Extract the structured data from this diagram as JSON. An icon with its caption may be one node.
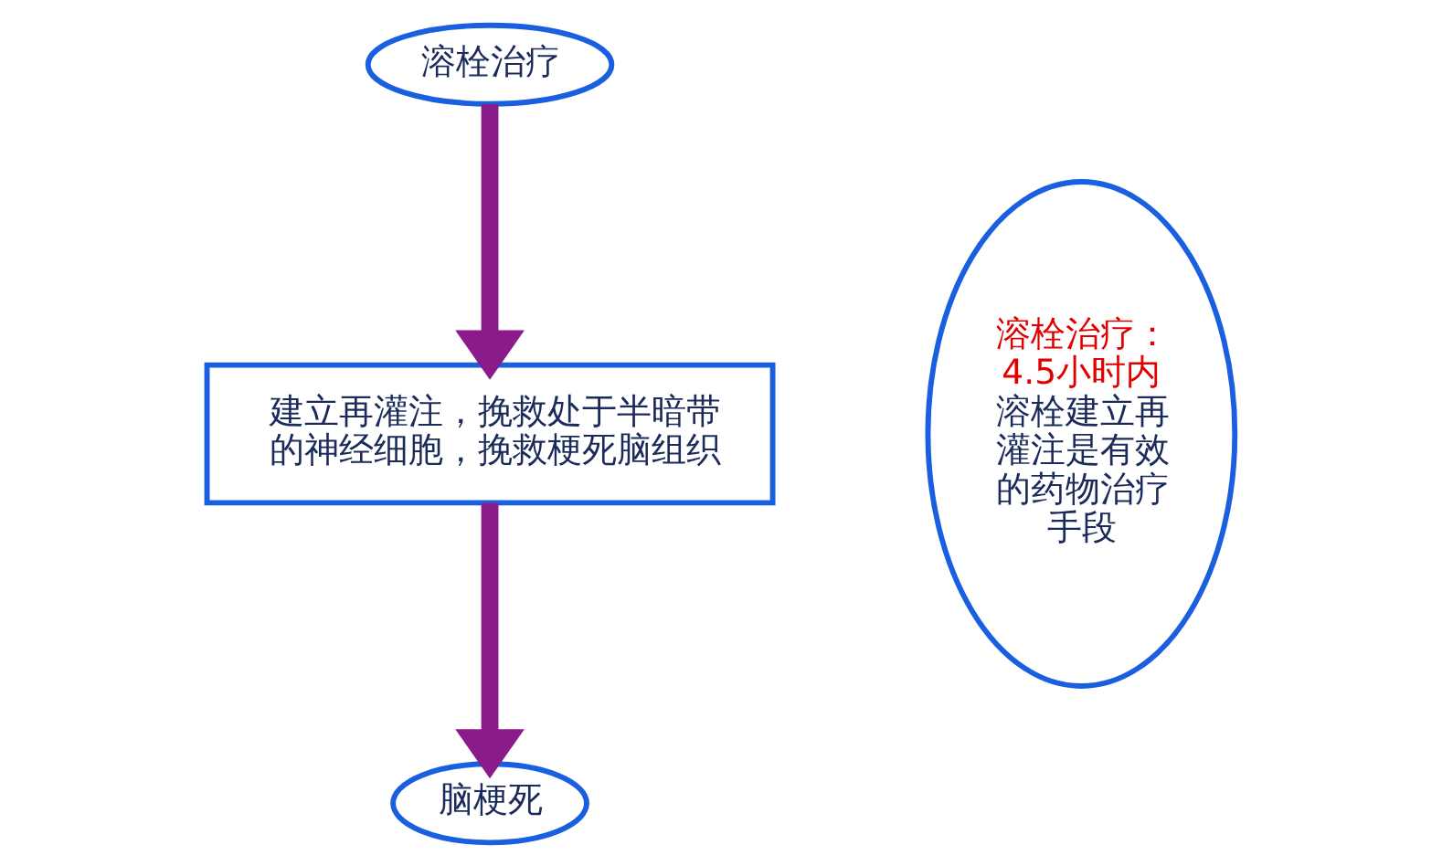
{
  "diagram": {
    "nodes": [
      {
        "text": [
          "溶栓治疗"
        ]
      },
      {
        "text": [
          "建立再灌注，挽救处于半暗带的神经细胞，挽救梗死脑组织"
        ]
      },
      {
        "text": [
          "脑梗死"
        ]
      },
      {
        "text": [
          "溶栓治疗：",
          "4.5小时内",
          "溶栓建立再灌注是有效的药物治疗手段"
        ]
      }
    ],
    "edges": [
      {
        "from": 0,
        "to": 1,
        "arrow": "to"
      },
      {
        "from": 1,
        "to": 2,
        "arrow": "to"
      }
    ]
  }
}
